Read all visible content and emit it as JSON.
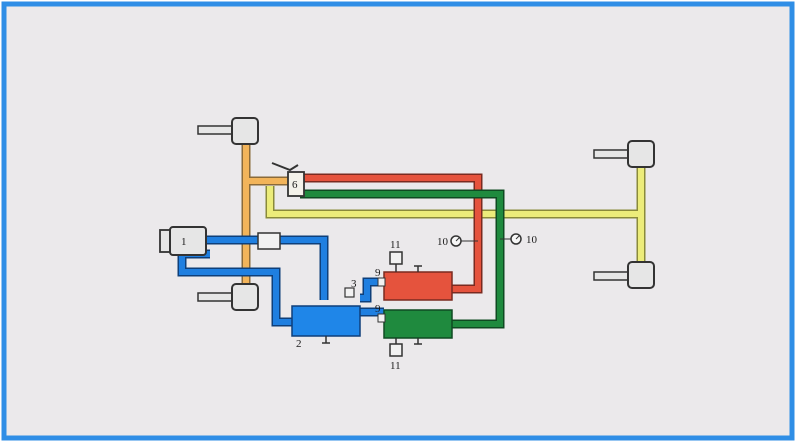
{
  "colors": {
    "border": "#2f8ee6",
    "panel": "#ebe9eb",
    "blue_line": "#1f7fe0",
    "red_line": "#e5533d",
    "green_line": "#1f8a3e",
    "yellow_line": "#ecec7a",
    "orange_line": "#f2b45a",
    "wheel": "#e6e6e6",
    "outline": "#333333"
  },
  "labels": {
    "compressor": "1",
    "tank_main": "2",
    "valve_3": "3",
    "brake_valve": "6",
    "valve_9_top": "9",
    "valve_9_bottom": "9",
    "gauge_left": "10",
    "gauge_right": "10",
    "valve_11_top": "11",
    "valve_11_bottom": "11"
  }
}
